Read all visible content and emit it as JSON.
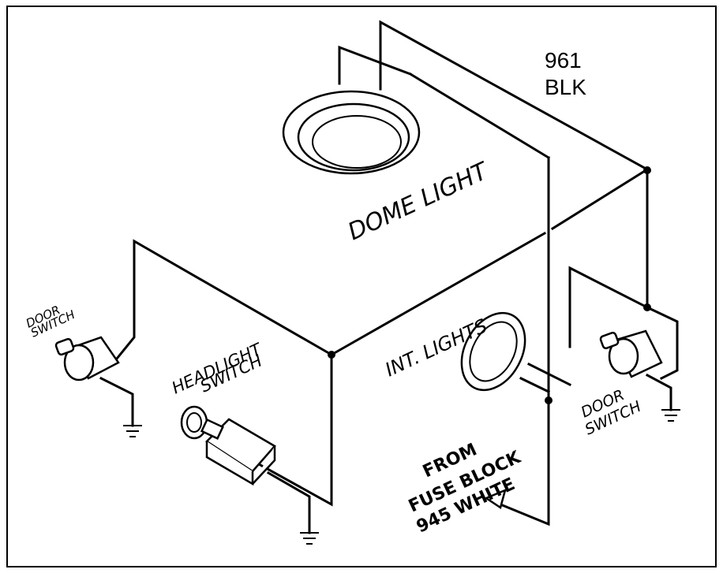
{
  "diagram": {
    "labels": {
      "wire_id": "961",
      "wire_color": "BLK",
      "dome_light": "DOME LIGHT",
      "int_lights": "INT. LIGHTS",
      "headlight_switch_line1": "HEADLIGHT",
      "headlight_switch_line2": "SWITCH",
      "door_switch_left_line1": "DOOR",
      "door_switch_left_line2": "SWITCH",
      "door_switch_right_line1": "DOOR",
      "door_switch_right_line2": "SWITCH",
      "feed_line1": "FROM",
      "feed_line2": "FUSE BLOCK",
      "feed_line3": "945 WHITE"
    },
    "colors": {
      "ink": "#000000",
      "paper": "#ffffff",
      "frame": "#000000"
    }
  }
}
